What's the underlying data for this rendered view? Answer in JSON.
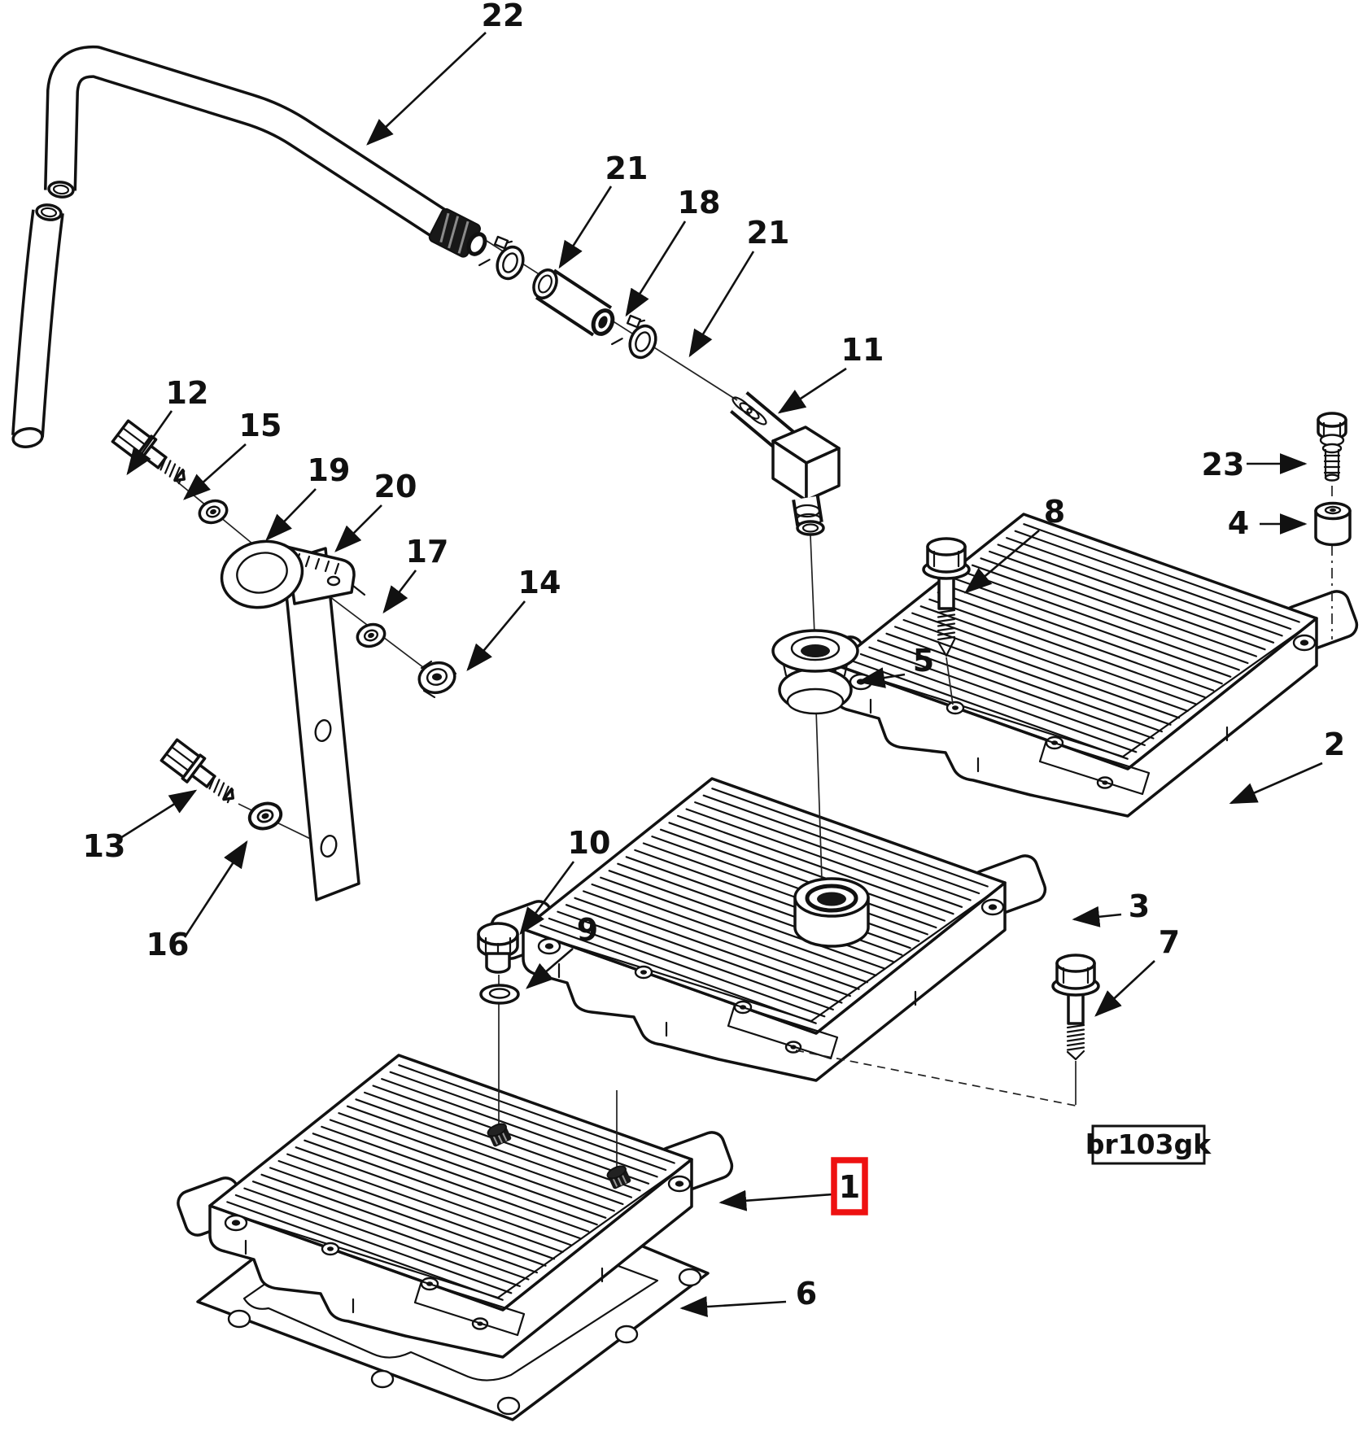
{
  "diagram": {
    "type": "exploded-parts-diagram",
    "figure_code": "br103gk",
    "highlighted_callout": "1",
    "highlight_color": "#ee1111",
    "line_color": "#111111",
    "background_color": "#ffffff",
    "callouts": [
      {
        "label": "22"
      },
      {
        "label": "21"
      },
      {
        "label": "18"
      },
      {
        "label": "21"
      },
      {
        "label": "11"
      },
      {
        "label": "12"
      },
      {
        "label": "15"
      },
      {
        "label": "19"
      },
      {
        "label": "20"
      },
      {
        "label": "17"
      },
      {
        "label": "14"
      },
      {
        "label": "23"
      },
      {
        "label": "4"
      },
      {
        "label": "8"
      },
      {
        "label": "2"
      },
      {
        "label": "5"
      },
      {
        "label": "13"
      },
      {
        "label": "16"
      },
      {
        "label": "10"
      },
      {
        "label": "9"
      },
      {
        "label": "3"
      },
      {
        "label": "7"
      },
      {
        "label": "6"
      },
      {
        "label": "1"
      }
    ]
  }
}
